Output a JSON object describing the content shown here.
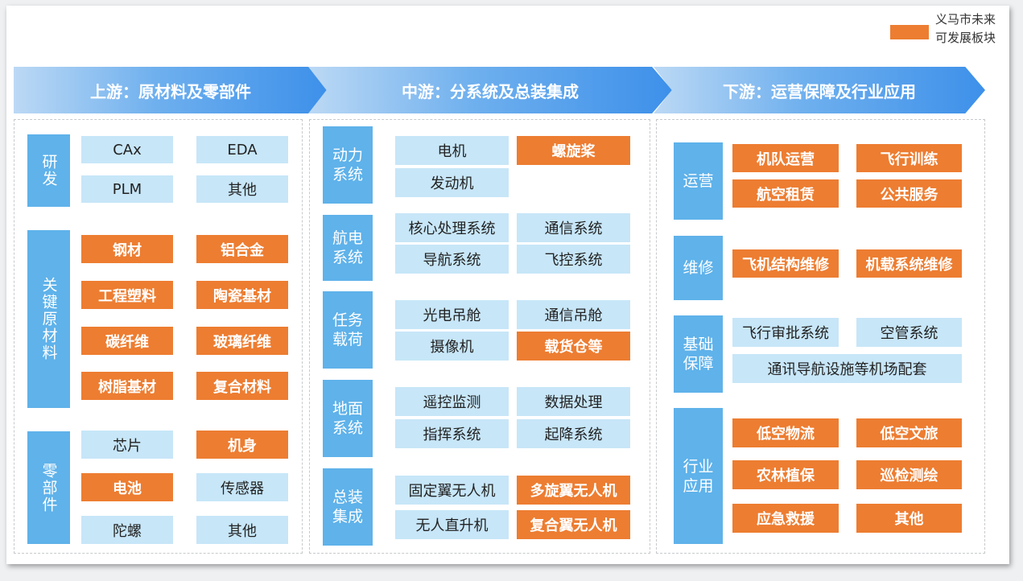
{
  "legend": {
    "line1": "义马市未来",
    "line2": "可发展板块",
    "color": "#ed7d31"
  },
  "stages": [
    {
      "title": "上游：原材料及零部件"
    },
    {
      "title": "中游：分系统及总装集成"
    },
    {
      "title": "下游：运营保障及行业应用"
    }
  ],
  "columns": [
    {
      "groups": [
        {
          "label": "研发",
          "items": [
            {
              "text": "CAx",
              "hl": false
            },
            {
              "text": "EDA",
              "hl": false
            },
            {
              "text": "PLM",
              "hl": false
            },
            {
              "text": "其他",
              "hl": false
            }
          ]
        },
        {
          "label": "关键原材料",
          "items": [
            {
              "text": "钢材",
              "hl": true
            },
            {
              "text": "铝合金",
              "hl": true
            },
            {
              "text": "工程塑料",
              "hl": true
            },
            {
              "text": "陶瓷基材",
              "hl": true
            },
            {
              "text": "碳纤维",
              "hl": true
            },
            {
              "text": "玻璃纤维",
              "hl": true
            },
            {
              "text": "树脂基材",
              "hl": true
            },
            {
              "text": "复合材料",
              "hl": true
            }
          ]
        },
        {
          "label": "零部件",
          "items": [
            {
              "text": "芯片",
              "hl": false
            },
            {
              "text": "机身",
              "hl": true
            },
            {
              "text": "电池",
              "hl": true
            },
            {
              "text": "传感器",
              "hl": false
            },
            {
              "text": "陀螺",
              "hl": false
            },
            {
              "text": "其他",
              "hl": false
            }
          ]
        }
      ]
    },
    {
      "groups": [
        {
          "label": "动力系统",
          "items": [
            {
              "text": "电机",
              "hl": false
            },
            {
              "text": "螺旋桨",
              "hl": true
            },
            {
              "text": "发动机",
              "hl": false
            }
          ]
        },
        {
          "label": "航电系统",
          "items": [
            {
              "text": "核心处理系统",
              "hl": false
            },
            {
              "text": "通信系统",
              "hl": false
            },
            {
              "text": "导航系统",
              "hl": false
            },
            {
              "text": "飞控系统",
              "hl": false
            }
          ]
        },
        {
          "label": "任务载荷",
          "items": [
            {
              "text": "光电吊舱",
              "hl": false
            },
            {
              "text": "通信吊舱",
              "hl": false
            },
            {
              "text": "摄像机",
              "hl": false
            },
            {
              "text": "载货仓等",
              "hl": true
            }
          ]
        },
        {
          "label": "地面系统",
          "items": [
            {
              "text": "遥控监测",
              "hl": false
            },
            {
              "text": "数据处理",
              "hl": false
            },
            {
              "text": "指挥系统",
              "hl": false
            },
            {
              "text": "起降系统",
              "hl": false
            }
          ]
        },
        {
          "label": "总装集成",
          "items": [
            {
              "text": "固定翼无人机",
              "hl": false
            },
            {
              "text": "多旋翼无人机",
              "hl": true
            },
            {
              "text": "无人直升机",
              "hl": false
            },
            {
              "text": "复合翼无人机",
              "hl": true
            }
          ]
        }
      ]
    },
    {
      "groups": [
        {
          "label": "运营",
          "items": [
            {
              "text": "机队运营",
              "hl": true
            },
            {
              "text": "飞行训练",
              "hl": true
            },
            {
              "text": "航空租赁",
              "hl": true
            },
            {
              "text": "公共服务",
              "hl": true
            }
          ]
        },
        {
          "label": "维修",
          "items": [
            {
              "text": "飞机结构维修",
              "hl": true
            },
            {
              "text": "机载系统维修",
              "hl": true
            }
          ]
        },
        {
          "label": "基础保障",
          "items": [
            {
              "text": "飞行审批系统",
              "hl": false
            },
            {
              "text": "空管系统",
              "hl": false
            },
            {
              "text": "通讯导航设施等机场配套",
              "hl": false
            }
          ]
        },
        {
          "label": "行业应用",
          "items": [
            {
              "text": "低空物流",
              "hl": true
            },
            {
              "text": "低空文旅",
              "hl": true
            },
            {
              "text": "农林植保",
              "hl": true
            },
            {
              "text": "巡检测绘",
              "hl": true
            },
            {
              "text": "应急救援",
              "hl": true
            },
            {
              "text": "其他",
              "hl": true
            }
          ]
        }
      ]
    }
  ]
}
